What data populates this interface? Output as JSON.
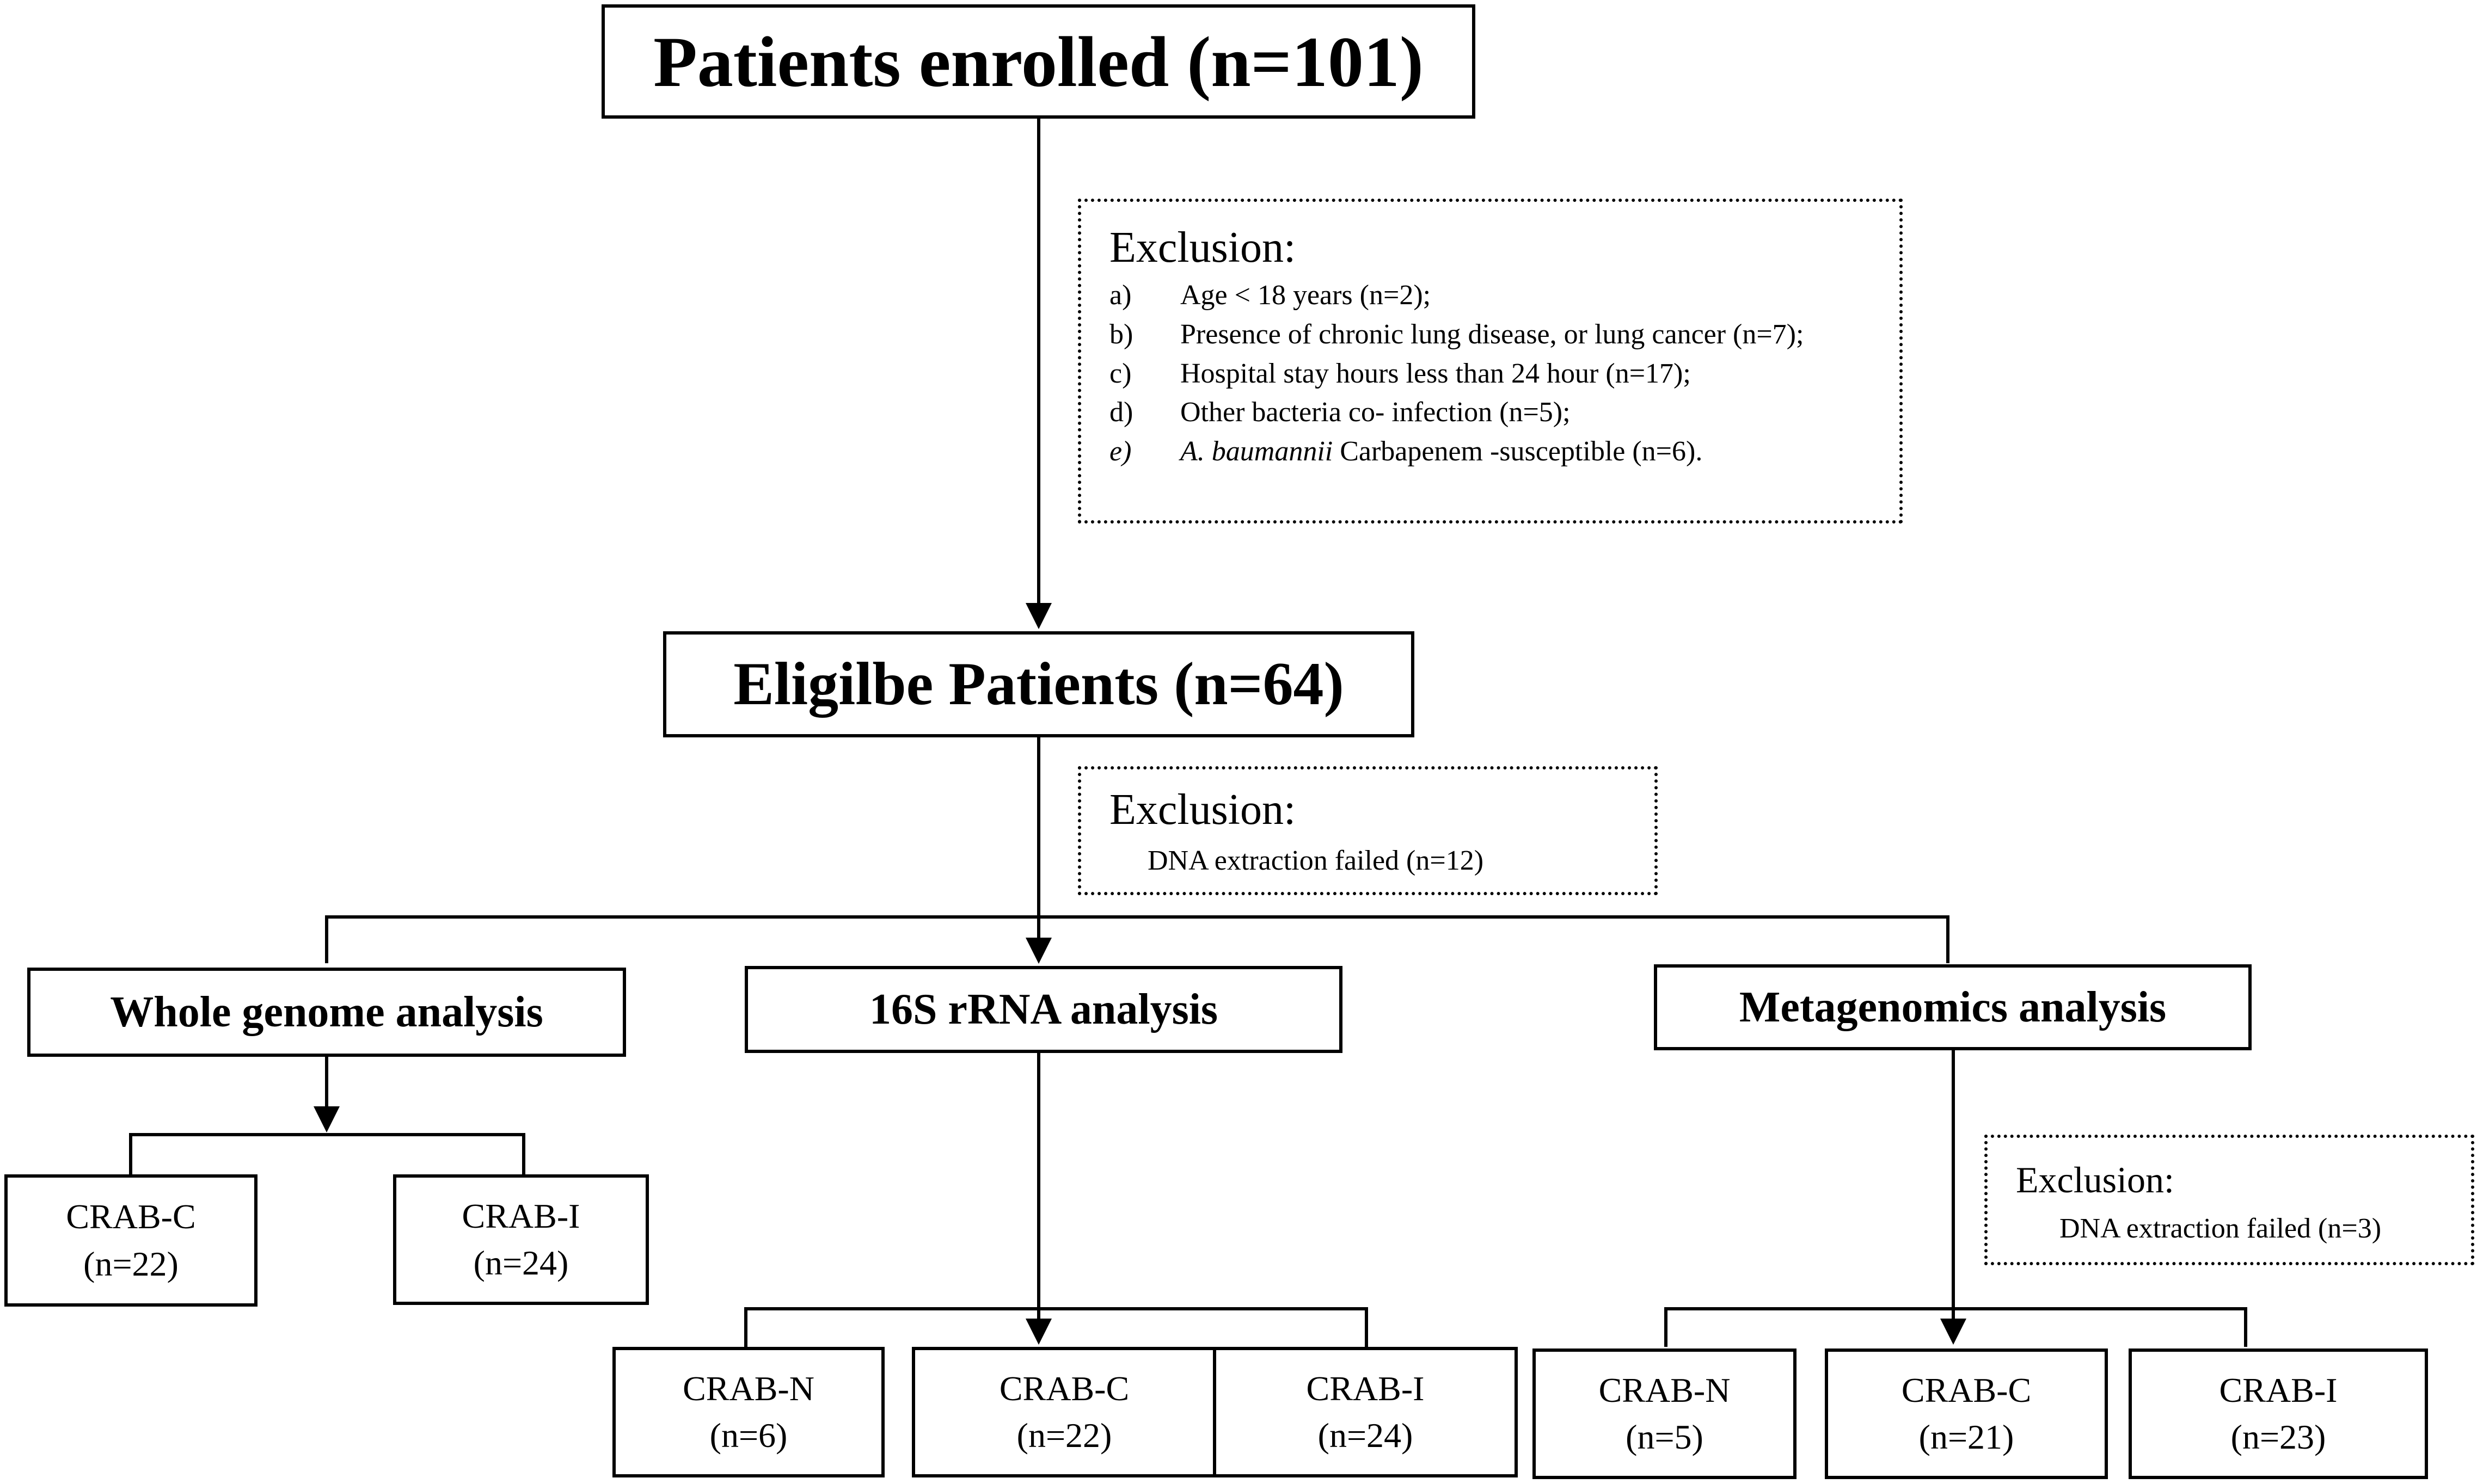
{
  "enrolled": {
    "label": "Patients enrolled (n=101)"
  },
  "exclusion_1": {
    "heading": "Exclusion:",
    "items": [
      {
        "marker": "a)",
        "text": "Age < 18 years (n=2);"
      },
      {
        "marker": "b)",
        "text": "Presence of chronic lung disease, or lung cancer (n=7);"
      },
      {
        "marker": "c)",
        "text": "Hospital stay hours less than 24 hour (n=17);"
      },
      {
        "marker": "d)",
        "text": "Other bacteria co- infection (n=5);"
      },
      {
        "marker": "e)",
        "text_italic": "A. baumannii",
        "text": " Carbapenem -susceptible (n=6)."
      }
    ]
  },
  "eligible": {
    "label": "Eligilbe Patients (n=64)"
  },
  "exclusion_2": {
    "heading": "Exclusion:",
    "text": "DNA extraction failed (n=12)"
  },
  "analyses": {
    "whole_genome": {
      "label": "Whole genome analysis",
      "groups": [
        {
          "name": "CRAB-C",
          "n": "(n=22)"
        },
        {
          "name": "CRAB-I",
          "n": "(n=24)"
        }
      ]
    },
    "rrna_16s": {
      "label": "16S rRNA analysis",
      "groups": [
        {
          "name": "CRAB-N",
          "n": "(n=6)"
        },
        {
          "name": "CRAB-C",
          "n": "(n=22)"
        },
        {
          "name": "CRAB-I",
          "n": "(n=24)"
        }
      ]
    },
    "metagenomics": {
      "label": "Metagenomics analysis",
      "exclusion": {
        "heading": "Exclusion:",
        "text": "DNA extraction failed (n=3)"
      },
      "groups": [
        {
          "name": "CRAB-N",
          "n": "(n=5)"
        },
        {
          "name": "CRAB-C",
          "n": "(n=21)"
        },
        {
          "name": "CRAB-I",
          "n": "(n=23)"
        }
      ]
    }
  }
}
